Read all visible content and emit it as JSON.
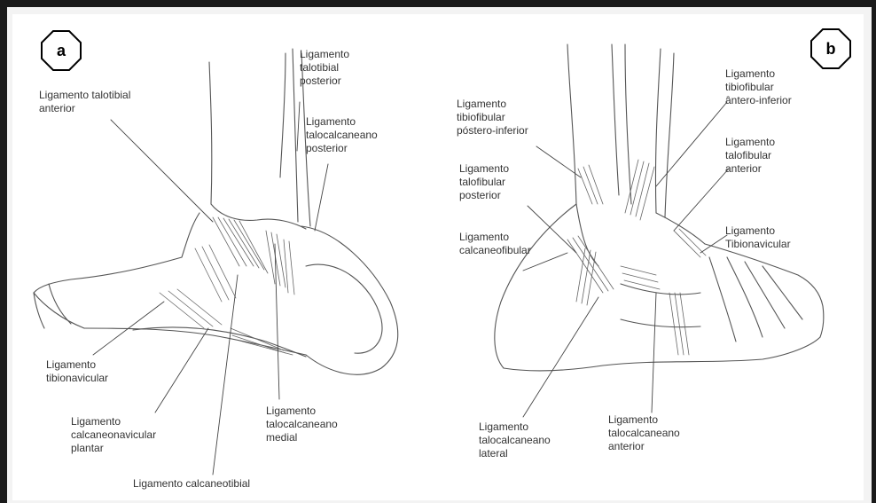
{
  "panels": {
    "a": {
      "badge": "a",
      "labels": {
        "talotibial_posterior": "Ligamento\ntalotibial\nposterior",
        "talotibial_anterior": "Ligamento talotibial\nanterior",
        "talocalcaneano_posterior": "Ligamento\ntalocalcaneano\nposterior",
        "tibionavicular": "Ligamento\ntibionavicular",
        "calcaneonavicular_plantar": "Ligamento\ncalcaneonavicular\nplantar",
        "talocalcaneano_medial": "Ligamento\ntalocalcaneano\nmedial",
        "calcaneotibial": "Ligamento calcaneotibial"
      }
    },
    "b": {
      "badge": "b",
      "labels": {
        "tibiofibular_antero_inferior": "Ligamento\ntibiofibular\nântero-inferior",
        "tibiofibular_postero_inferior": "Ligamento\ntibiofibular\npóstero-inferior",
        "talofibular_anterior": "Ligamento\ntalofibular\nanterior",
        "talofibular_posterior": "Ligamento\ntalofibular\nposterior",
        "tibionavicular": "Ligamento\nTibionavicular",
        "calcaneofibular": "Ligamento\ncalcaneofibular",
        "talocalcaneano_lateral": "Ligamento\ntalocalcaneano\nlateral",
        "talocalcaneano_anterior": "Ligamento\ntalocalcaneano\nanterior"
      }
    }
  }
}
